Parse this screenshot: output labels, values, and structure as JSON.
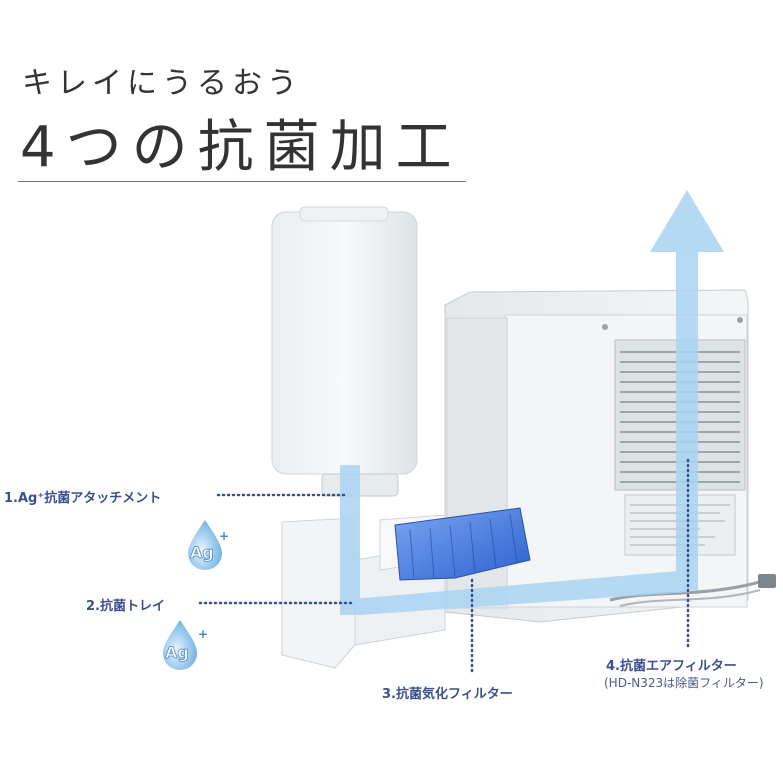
{
  "heading": {
    "subtitle": "キレイにうるおう",
    "title": "4つの抗菌加工"
  },
  "labels": {
    "ag_attachment": "1.Ag⁺抗菌アタッチメント",
    "tray": "2.抗菌トレイ",
    "vaporizing_filter": "3.抗菌気化フィルター",
    "air_filter": "4.抗菌エアフィルター",
    "air_filter_note": "(HD-N323は除菌フィルター)"
  },
  "badges": {
    "ag_text": "Ag",
    "ag_sup": "+"
  },
  "colors": {
    "arrow": "#a9d3f2",
    "label_text": "#3b4f8e",
    "dotted_line": "#3b4f8e",
    "filter_blue": "#3b6fd8"
  }
}
